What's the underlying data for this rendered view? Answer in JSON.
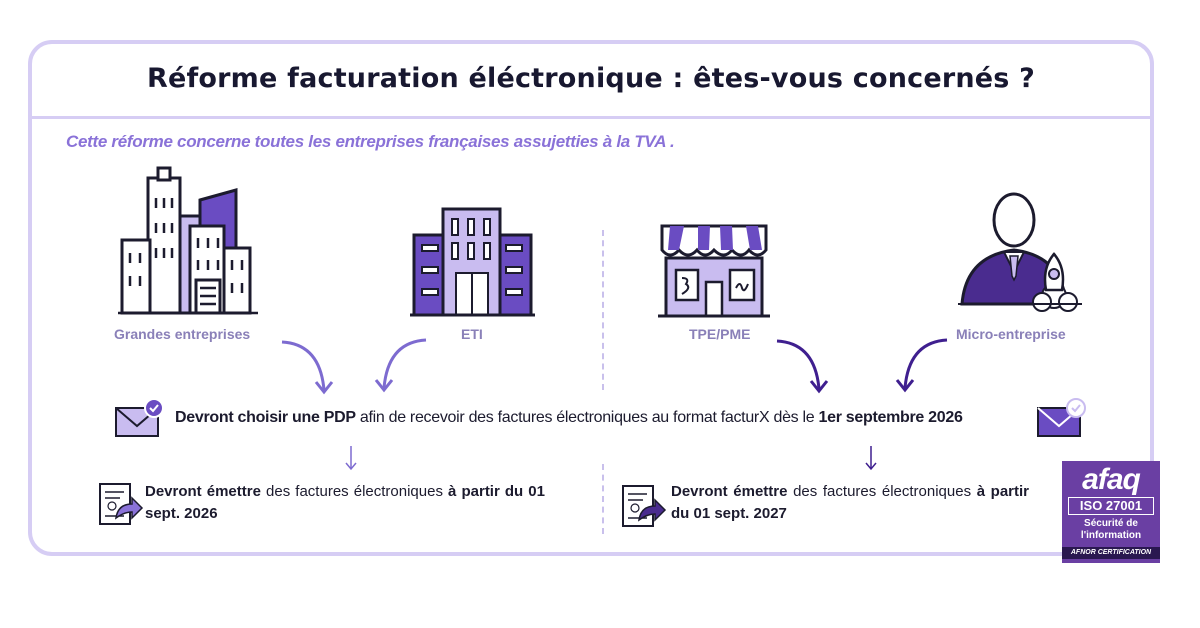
{
  "title": "Réforme facturation éléctronique : êtes-vous concernés ?",
  "subtitle": "Cette réforme concerne toutes les entreprises françaises assujetties à la TVA .",
  "entities": [
    {
      "label": "Grandes entreprises",
      "icon": "skyscrapers-icon"
    },
    {
      "label": "ETI",
      "icon": "office-building-icon"
    },
    {
      "label": "TPE/PME",
      "icon": "shop-icon"
    },
    {
      "label": "Micro-entreprise",
      "icon": "entrepreneur-icon"
    }
  ],
  "main_message": {
    "part1": "Devront choisir une PDP",
    "part2": " afin de recevoir des factures électroniques au format facturX dès le ",
    "part3": "1er septembre 2026"
  },
  "left_emit": {
    "bold1": "Devront émettre",
    "text1": " des factures électroniques ",
    "bold2": "à partir du 01 sept. 2026"
  },
  "right_emit": {
    "bold1": "Devront émettre",
    "text1": " des factures électroniques ",
    "bold2": "à partir du 01 sept. 2027"
  },
  "badge": {
    "brand": "afaq",
    "iso": "ISO 27001",
    "line1": "Sécurité de",
    "line2": "l'information",
    "footer": "AFNOR CERTIFICATION"
  },
  "colors": {
    "accent": "#8a72d8",
    "dark_purple": "#4a2c8f",
    "light_purple": "#d6cdf4",
    "badge": "#6a3fa3"
  }
}
